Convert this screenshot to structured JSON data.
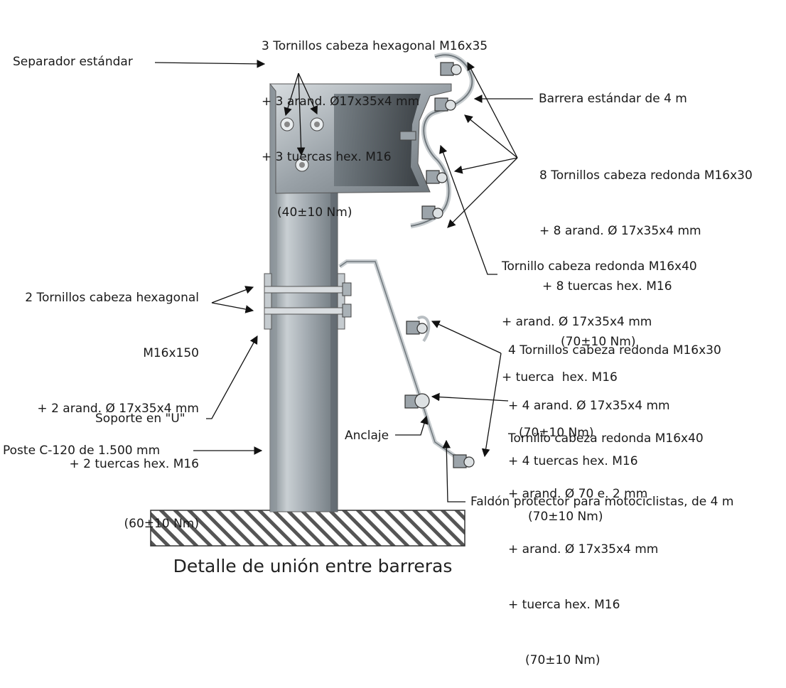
{
  "title": "Detalle de unión entre barreras",
  "labels": {
    "separador": "Separador estándar",
    "tornillos_hex_3": [
      "3 Tornillos cabeza hexagonal M16x35",
      "+ 3 arand. Ø17x35x4 mm",
      "+ 3 tuercas hex. M16",
      "(40±10 Nm)"
    ],
    "barrera": "Barrera estándar de 4 m",
    "tornillos_red_8": [
      "8 Tornillos cabeza redonda M16x30",
      "+ 8 arand. Ø 17x35x4 mm",
      "+ 8 tuercas hex. M16",
      "(70±10 Nm)"
    ],
    "tornillo_red_40a": [
      "Tornillo cabeza redonda M16x40",
      "+ arand. Ø 17x35x4 mm",
      "+ tuerca  hex. M16",
      "(70±10 Nm)"
    ],
    "tornillos_hex_2": [
      "2 Tornillos cabeza hexagonal",
      "M16x150",
      "+ 2 arand. Ø 17x35x4 mm",
      "+ 2 tuercas hex. M16",
      "(60±10 Nm)"
    ],
    "tornillos_red_4": [
      "4 Tornillos cabeza redonda M16x30",
      "+ 4 arand. Ø 17x35x4 mm",
      "+ 4 tuercas hex. M16",
      "(70±10 Nm)"
    ],
    "tornillo_red_40b": [
      "Tornillo cabeza redonda M16x40",
      "+ arand. Ø 70 e. 2 mm",
      "+ arand. Ø 17x35x4 mm",
      "+ tuerca hex. M16",
      "(70±10 Nm)"
    ],
    "soporte": "Soporte en \"U\"",
    "anclaje": "Anclaje",
    "poste": "Poste C-120 de 1.500 mm",
    "faldon": "Faldón protector para motociclistas, de 4 m"
  },
  "colors": {
    "steel_light": "#d3d8dc",
    "steel_mid": "#a8b0b6",
    "steel_dark": "#5f676d",
    "ground_hatch": "#555555",
    "line": "#111111"
  }
}
